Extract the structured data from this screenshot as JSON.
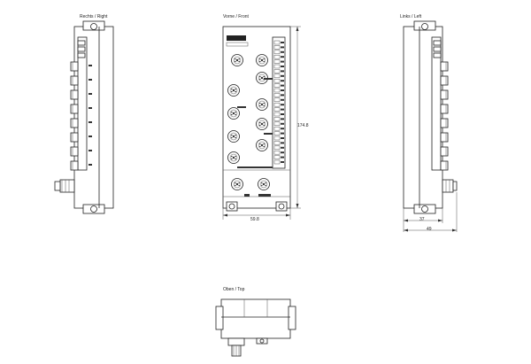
{
  "views": {
    "right": "Rechts / Right",
    "front": "Vorne / Front",
    "left": "Links / Left",
    "top": "Oben / Top"
  },
  "dimensions": {
    "height": "174.8",
    "width": "59.8",
    "depth_inner": "37",
    "depth_total": "49"
  }
}
